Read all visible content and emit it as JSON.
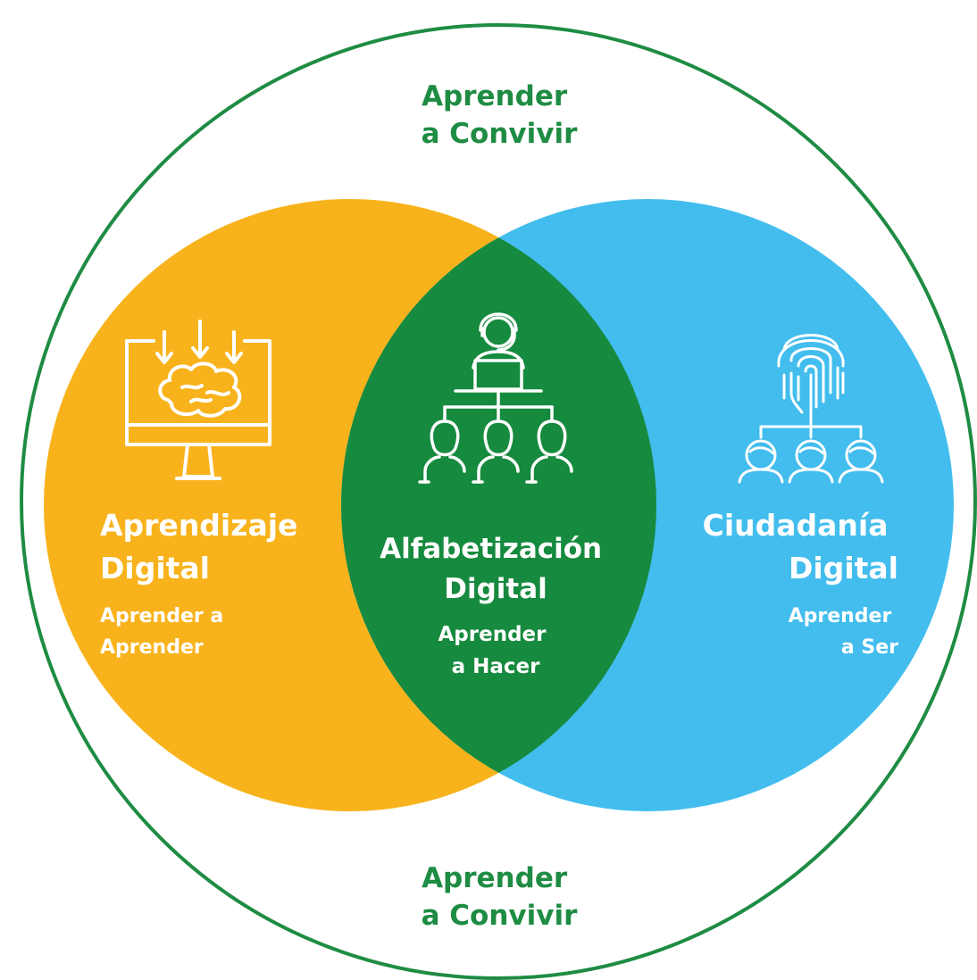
{
  "outer": {
    "top_label": [
      "Aprender",
      "a Convivir"
    ],
    "bottom_label": [
      "Aprender",
      "a Convivir"
    ]
  },
  "left": {
    "title": [
      "Aprendizaje",
      "Digital"
    ],
    "subtitle": [
      "Aprender a",
      "Aprender"
    ],
    "icon": "brain-monitor-icon"
  },
  "center": {
    "title": [
      "Alfabetización",
      "Digital"
    ],
    "subtitle": [
      "Aprender",
      "a Hacer"
    ],
    "icon": "teacher-students-icon"
  },
  "right": {
    "title": [
      "Ciudadanía",
      "Digital"
    ],
    "subtitle": [
      "Aprender",
      "a Ser"
    ],
    "icon": "fingerprint-people-icon"
  },
  "colors": {
    "outer_stroke": "#1e8c43",
    "outer_text": "#1e8c43",
    "left_fill": "#f8b31c",
    "right_fill": "#42bdee",
    "overlap_fill": "#168a3e",
    "inner_text": "#ffffff"
  }
}
